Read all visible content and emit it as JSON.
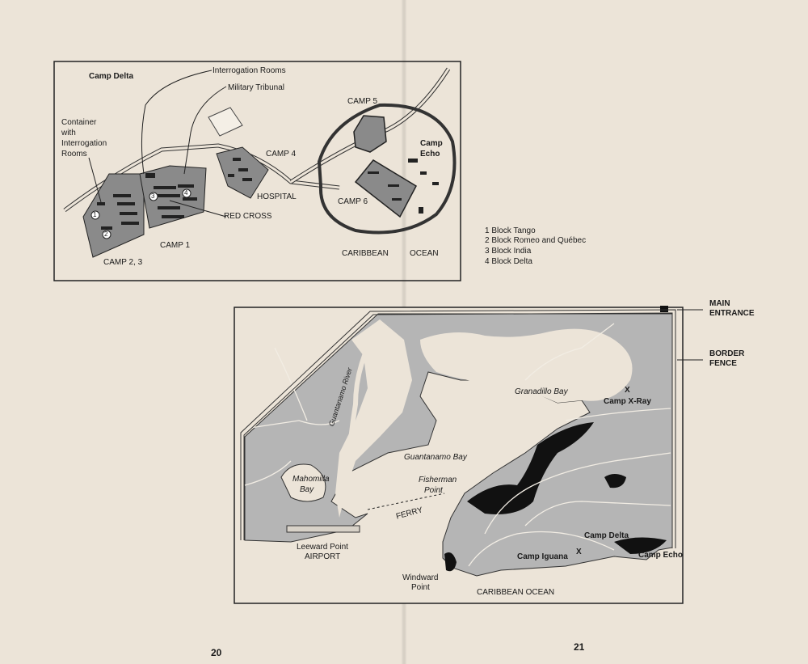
{
  "camp_delta_inset": {
    "title": "Camp Delta",
    "labels": {
      "interrogation_rooms": "Interrogation Rooms",
      "military_tribunal": "Military Tribunal",
      "container_line1": "Container",
      "container_line2": "with",
      "container_line3": "Interrogation",
      "container_line4": "Rooms",
      "camp5": "CAMP 5",
      "camp_echo_line1": "Camp",
      "camp_echo_line2": "Echo",
      "camp4": "CAMP 4",
      "hospital": "HOSPITAL",
      "camp6": "CAMP 6",
      "red_cross": "RED CROSS",
      "camp1": "CAMP 1",
      "camp23": "CAMP 2, 3",
      "caribbean": "CARIBBEAN",
      "ocean": "OCEAN"
    },
    "block_markers": [
      "1",
      "2",
      "3",
      "4"
    ]
  },
  "legend": [
    "1 Block Tango",
    "2 Block Romeo and Québec",
    "3 Block India",
    "4 Block Delta"
  ],
  "guantanamo_map": {
    "labels": {
      "main_entrance_1": "MAIN",
      "main_entrance_2": "ENTRANCE",
      "border_fence_1": "BORDER",
      "border_fence_2": "FENCE",
      "granadillo_bay": "Granadillo Bay",
      "camp_xray": "Camp X-Ray",
      "guantanamo_river": "Guantanamo River",
      "guantanamo_bay": "Guantanamo Bay",
      "mahomilla_bay_1": "Mahomilla",
      "mahomilla_bay_2": "Bay",
      "fisherman_point_1": "Fisherman",
      "fisherman_point_2": "Point",
      "ferry": "FERRY",
      "leeward_1": "Leeward Point",
      "leeward_2": "AIRPORT",
      "windward_1": "Windward",
      "windward_2": "Point",
      "camp_iguana": "Camp Iguana",
      "camp_delta": "Camp Delta",
      "camp_echo": "Camp Echo",
      "caribbean_ocean": "CARIBBEAN OCEAN",
      "x_mark": "X"
    }
  },
  "page_numbers": {
    "left": "20",
    "right": "21"
  }
}
